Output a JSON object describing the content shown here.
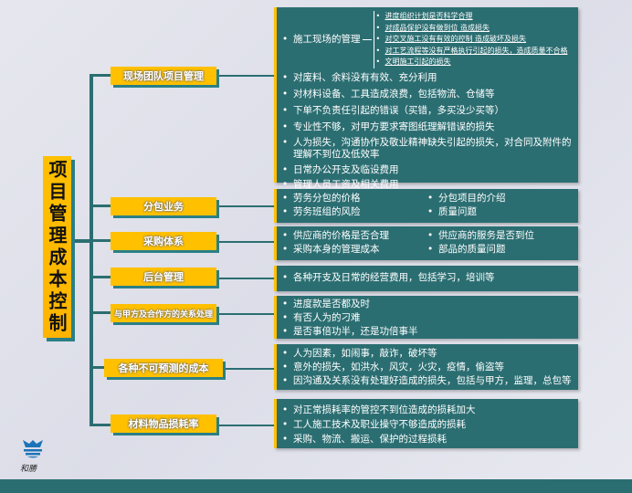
{
  "title": "项目管理成本控制",
  "categories": [
    {
      "label": "现场团队项目管理",
      "items": [
        "对废料、余料没有有效、充分利用",
        "对材料设备、工具造成浪费，包括物流、仓储等",
        "下单不负责任引起的错误（买错，多买没少买等）",
        "专业性不够，对甲方要求寄图纸理解错误的损失",
        "人为损失，沟通协作及敬业精神缺失引起的损失，对合同及附件的理解不到位及低效率",
        "日常办公开支及临设费用",
        "管理人员工资及相关费用"
      ],
      "site": {
        "label": "施工现场的管理",
        "subitems": [
          "进度组织计划是否科学合理",
          "对成品保护没有做到位 造成损失",
          "对交叉施工没有有效的控制 造成破坏及损失",
          "对工艺流程等没有严格执行引起的损失，造成质量不合格",
          "文明施工引起的损失"
        ]
      }
    },
    {
      "label": "分包业务",
      "left": [
        "劳务分包的价格",
        "劳务班组的风险"
      ],
      "right": [
        "分包项目的介绍",
        "质量问题"
      ]
    },
    {
      "label": "采购体系",
      "left": [
        "供应商的价格是否合理",
        "采购本身的管理成本"
      ],
      "right": [
        "供应商的服务是否到位",
        "部品的质量问题"
      ]
    },
    {
      "label": "后台管理",
      "items": [
        "各种开支及日常的经营费用，包括学习，培训等"
      ]
    },
    {
      "label": "与甲方及合作方的关系处理",
      "items": [
        "进度款是否都及时",
        "有否人为的刁难",
        "是否事倍功半，还是功倍事半"
      ]
    },
    {
      "label": "各种不可预测的成本",
      "items": [
        "人为因素，如闹事，敲诈，破坏等",
        "意外的损失，如洪水，风灾，火灾，疫情，偷盗等",
        "因沟通及关系没有处理好造成的损失，包括与甲方，监理，总包等"
      ]
    },
    {
      "label": "材料物品损耗率",
      "items": [
        "对正常损耗率的管控不到位造成的损耗加大",
        "工人施工技术及职业操守不够造成的损耗",
        "采购、物流、搬运、保护的过程损耗"
      ]
    }
  ],
  "logo": {
    "text": "和勝"
  },
  "colors": {
    "teal": "#2b6e72",
    "orange": "#ffc000"
  }
}
